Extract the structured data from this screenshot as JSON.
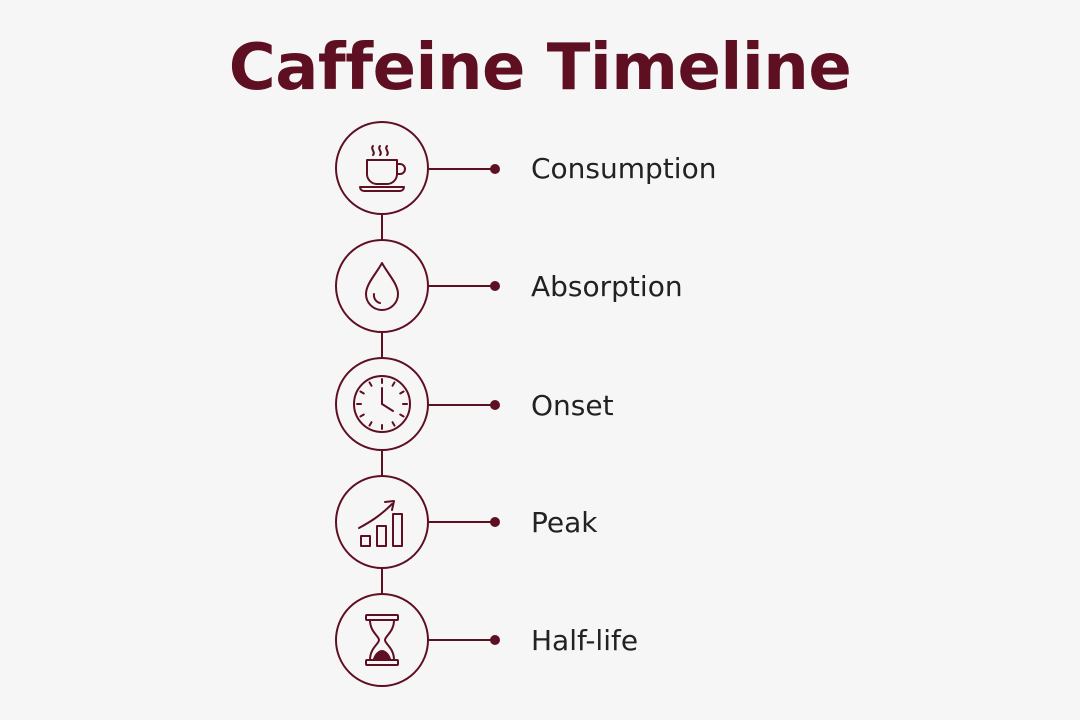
{
  "title": "Caffeine Timeline",
  "colors": {
    "accent": "#5e0f22",
    "text": "#222222",
    "background": "#f7f6f6"
  },
  "steps": [
    {
      "label": "Consumption",
      "icon": "coffee-cup-icon"
    },
    {
      "label": "Absorption",
      "icon": "water-drop-icon"
    },
    {
      "label": "Onset",
      "icon": "clock-icon"
    },
    {
      "label": "Peak",
      "icon": "rising-bar-chart-icon"
    },
    {
      "label": "Half-life",
      "icon": "hourglass-icon"
    }
  ]
}
